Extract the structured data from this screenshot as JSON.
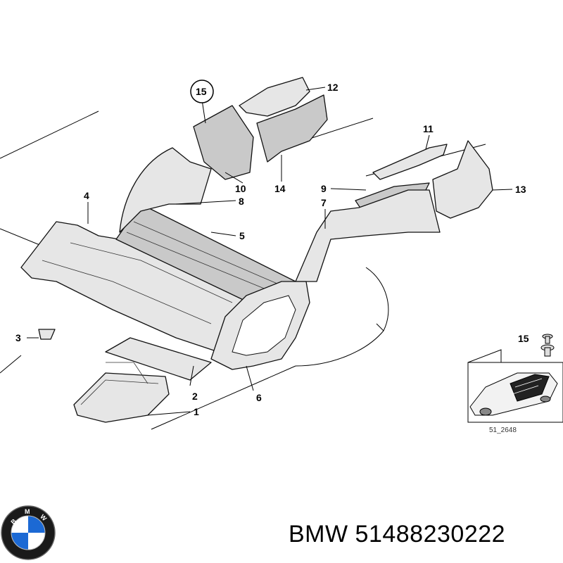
{
  "callouts": {
    "c1": "1",
    "c2": "2",
    "c3": "3",
    "c4": "4",
    "c5": "5",
    "c6": "6",
    "c7": "7",
    "c8": "8",
    "c9": "9",
    "c10": "10",
    "c11": "11",
    "c12": "12",
    "c13": "13",
    "c14": "14",
    "c15": "15",
    "inset_15": "15"
  },
  "inset": {
    "ref_code": "51_2648"
  },
  "logo": {
    "name": "bmw-roundel-logo",
    "letters": "BMW",
    "colors": {
      "blue": "#1c69d4",
      "ring": "#1a1a1a",
      "white": "#ffffff"
    }
  },
  "caption": {
    "brand": "BMW",
    "part_number": "51488230222"
  }
}
